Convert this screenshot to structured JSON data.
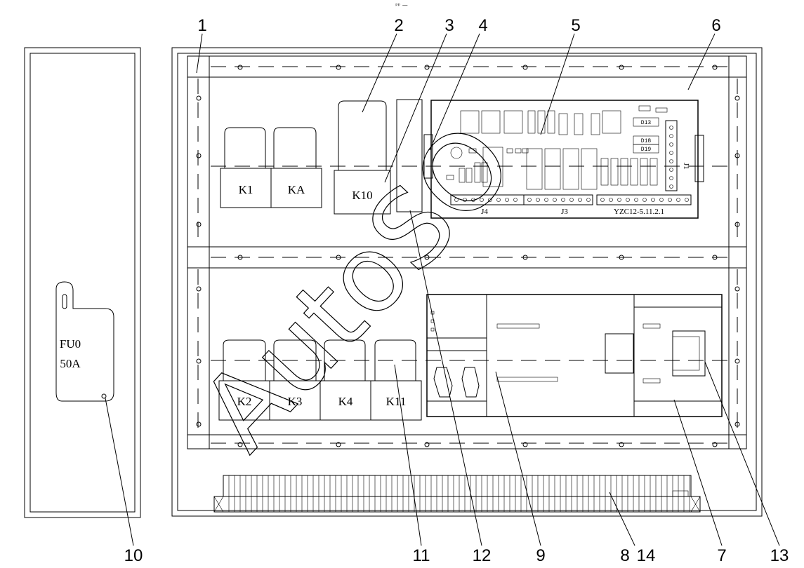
{
  "top_mark": "ᵖᵖ —",
  "callouts": {
    "n1": "1",
    "n2": "2",
    "n3": "3",
    "n4": "4",
    "n5": "5",
    "n6": "6",
    "n7": "7",
    "n8": "8",
    "n9": "9",
    "n10": "10",
    "n11": "11",
    "n12": "12",
    "n13": "13",
    "n14": "14"
  },
  "components": {
    "k1": "K1",
    "ka": "KA",
    "k10": "K10",
    "k2": "K2",
    "k3": "K3",
    "k4": "K4",
    "k11": "K11"
  },
  "fuse": {
    "line1": "FU0",
    "line2": "50A"
  },
  "board": {
    "j4": "J4",
    "j3": "J3",
    "model": "YZC12-5.11.2.1",
    "j1": "J1",
    "d13": "D13",
    "d18": "D18",
    "d19": "D19"
  },
  "watermark": "AutoSO"
}
